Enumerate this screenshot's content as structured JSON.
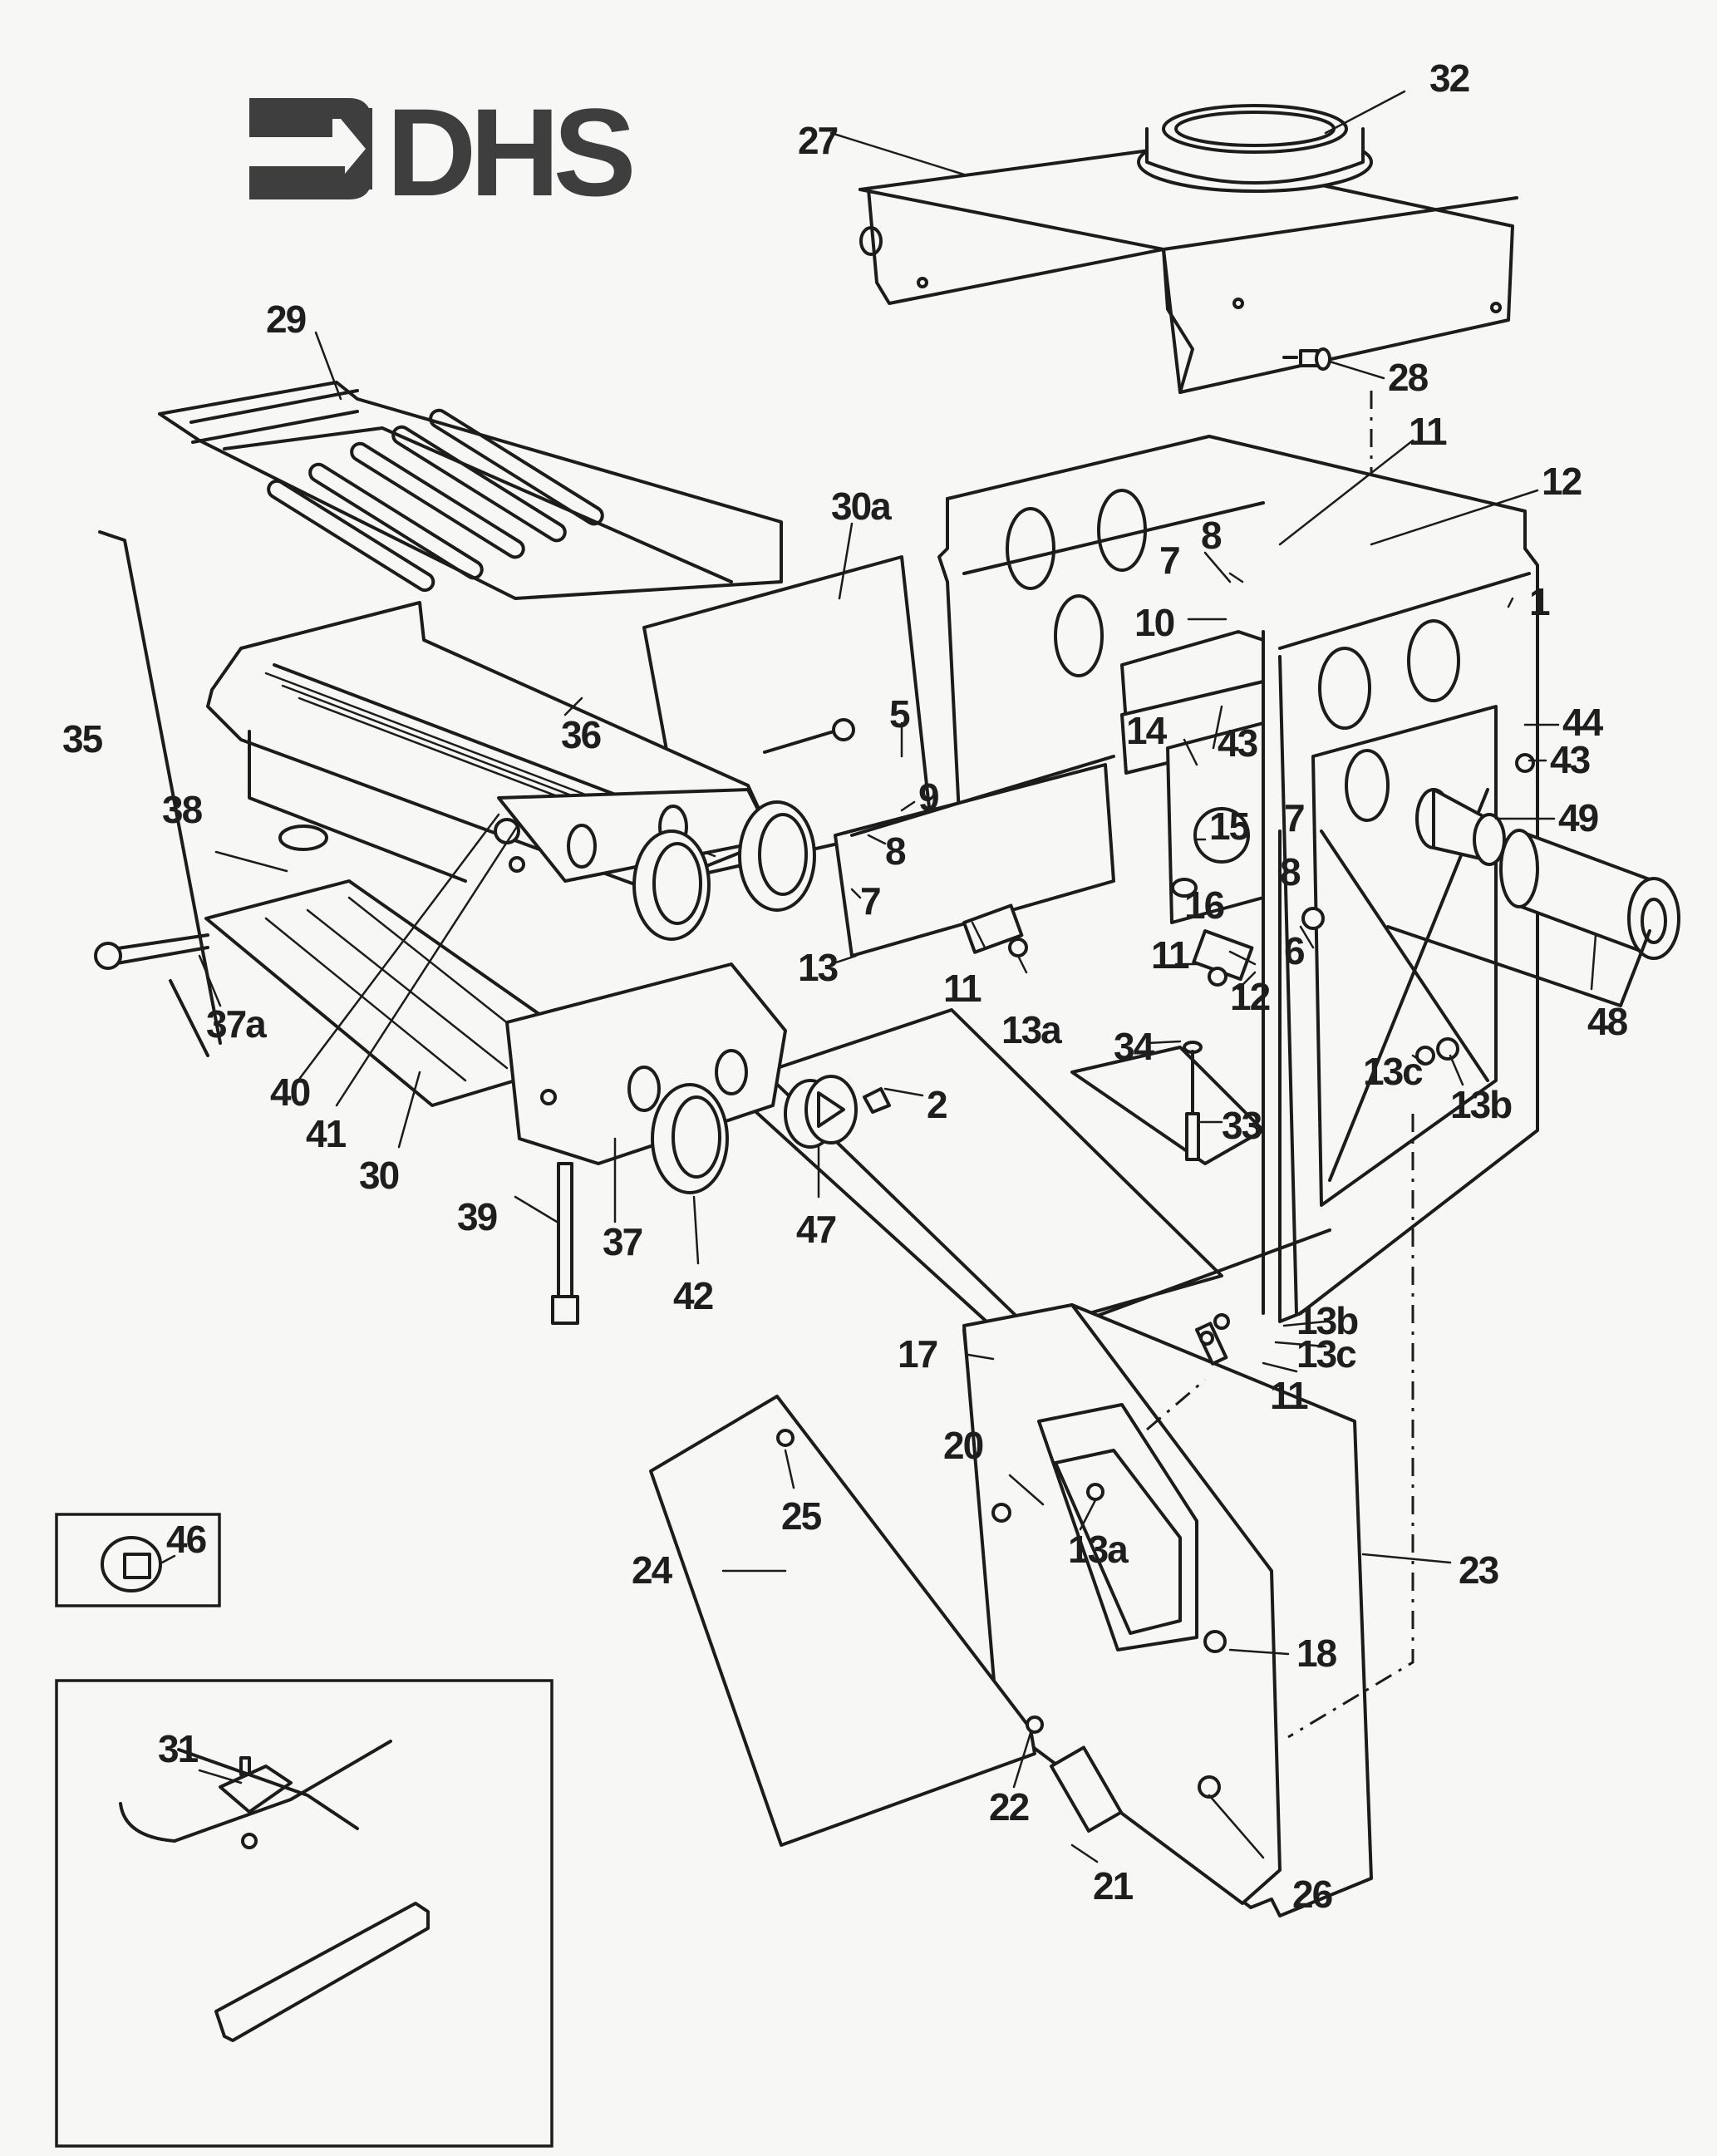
{
  "brand": {
    "logo_text": "DHS",
    "logo_icon": "arrow-right-icon",
    "color": "#3e3e3e"
  },
  "diagram": {
    "title": "Exploded parts diagram",
    "line_color": "#1c1c1c",
    "background": "#f7f7f5",
    "labels": {
      "p1": "1",
      "p2": "2",
      "p5": "5",
      "p6": "6",
      "p7a": "7",
      "p7b": "7",
      "p7c": "7",
      "p8a": "8",
      "p8b": "8",
      "p8c": "8",
      "p9": "9",
      "p10": "10",
      "p11a": "11",
      "p11b": "11",
      "p11c": "11",
      "p11d": "11",
      "p12a": "12",
      "p12b": "12",
      "p13": "13",
      "p13a1": "13a",
      "p13a2": "13a",
      "p13b1": "13b",
      "p13b2": "13b",
      "p13c1": "13c",
      "p13c2": "13c",
      "p14": "14",
      "p15": "15",
      "p16": "16",
      "p17": "17",
      "p18": "18",
      "p20": "20",
      "p21": "21",
      "p22": "22",
      "p23": "23",
      "p24": "24",
      "p25": "25",
      "p26": "26",
      "p27": "27",
      "p28": "28",
      "p29": "29",
      "p30": "30",
      "p30a": "30a",
      "p31": "31",
      "p32": "32",
      "p33": "33",
      "p34": "34",
      "p35": "35",
      "p36": "36",
      "p37": "37",
      "p37a": "37a",
      "p38": "38",
      "p39": "39",
      "p40": "40",
      "p41": "41",
      "p42": "42",
      "p43a": "43",
      "p43b": "43",
      "p44": "44",
      "p46": "46",
      "p47": "47",
      "p48": "48",
      "p49": "49"
    },
    "insets": [
      {
        "name": "plug-detail",
        "part": "46"
      },
      {
        "name": "burner-bracket-detail",
        "part": "31"
      }
    ]
  }
}
